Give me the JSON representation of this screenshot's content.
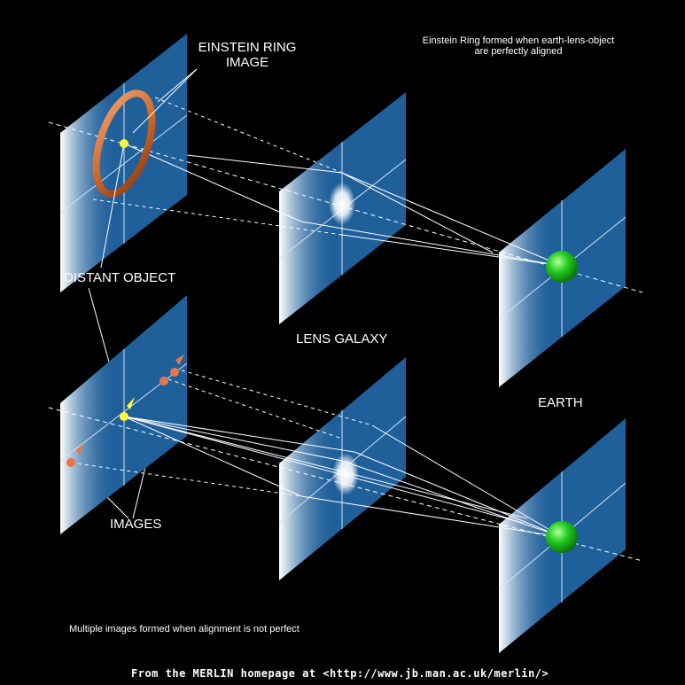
{
  "labels": {
    "einstein_ring_image_line1": "EINSTEIN RING",
    "einstein_ring_image_line2": "IMAGE",
    "caption_top_line1": "Einstein Ring formed when earth-lens-object",
    "caption_top_line2": "are perfectly aligned",
    "distant_object": "DISTANT OBJECT",
    "lens_galaxy": "LENS GALAXY",
    "earth": "EARTH",
    "images": "IMAGES",
    "caption_bottom": "Multiple images formed when alignment is not perfect",
    "credit": "From the MERLIN homepage at <http://www.jb.man.ac.uk/merlin/>"
  },
  "colors": {
    "background": "#000000",
    "plane": "#1f5f9a",
    "plane_glow": "#ffffff",
    "ring": "#d06a2a",
    "source": "#ffff33",
    "image_spot": "#e8744a",
    "earth": "#22cc22",
    "rays": "#ffffff"
  }
}
